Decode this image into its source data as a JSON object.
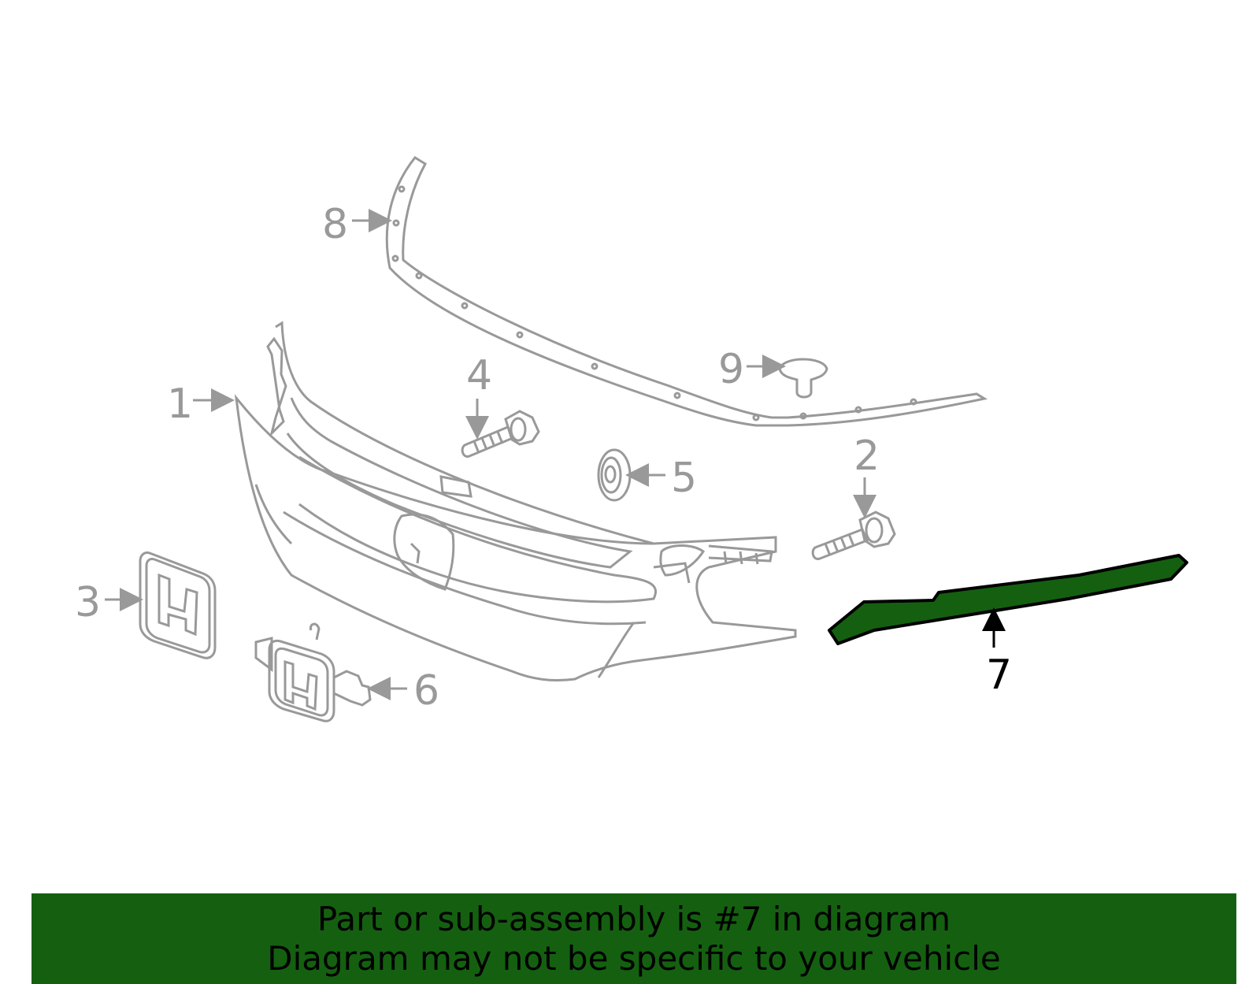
{
  "diagram": {
    "colors": {
      "line": "#999999",
      "highlight_fill": "#146010",
      "highlight_stroke": "#000000",
      "banner": "#146010",
      "callout_gray": "#999999",
      "callout_active": "#000000"
    },
    "callouts": [
      {
        "number": "1"
      },
      {
        "number": "2"
      },
      {
        "number": "3"
      },
      {
        "number": "4"
      },
      {
        "number": "5"
      },
      {
        "number": "6"
      },
      {
        "number": "7",
        "highlighted": true
      },
      {
        "number": "8"
      },
      {
        "number": "9"
      }
    ]
  },
  "banner": {
    "line1": "Part or sub-assembly is #7 in diagram",
    "line2": "Diagram may not be specific to your vehicle"
  }
}
